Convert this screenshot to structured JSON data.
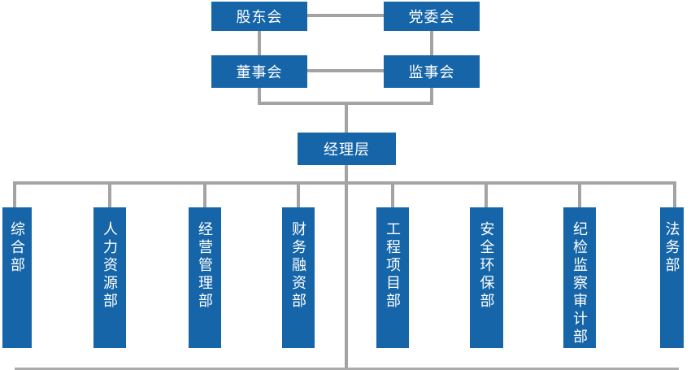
{
  "chart": {
    "type": "org-chart",
    "colors": {
      "node_blue": "#1565a8",
      "connector_gray": "#a3a3a3",
      "baseline_gray": "#ababab",
      "text_white": "#ffffff"
    },
    "top_row": [
      {
        "label": "股东会"
      },
      {
        "label": "党委会"
      }
    ],
    "second_row": [
      {
        "label": "董事会"
      },
      {
        "label": "监事会"
      }
    ],
    "management": {
      "label": "经理层"
    },
    "departments": [
      {
        "label": "综合部"
      },
      {
        "label": "人力资源部"
      },
      {
        "label": "经营管理部"
      },
      {
        "label": "财务融资部"
      },
      {
        "label": "工程项目部"
      },
      {
        "label": "安全环保部"
      },
      {
        "label": "纪检监察审计部"
      },
      {
        "label": "法务部"
      }
    ]
  }
}
